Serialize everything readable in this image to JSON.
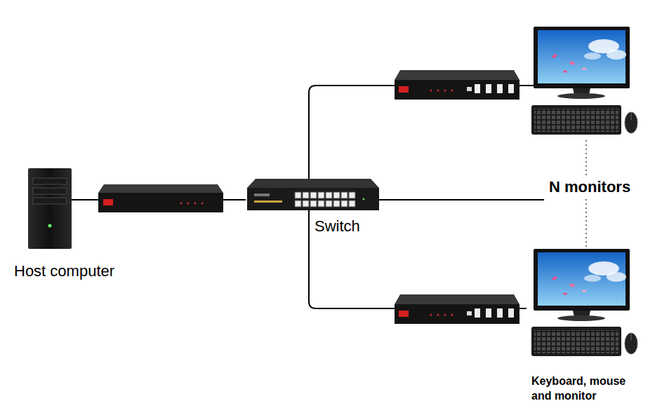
{
  "diagram": {
    "nodes": [
      {
        "text": [
          "Host computer"
        ]
      },
      {
        "text": [
          "Switch"
        ]
      },
      {
        "text": [
          "Keyboard, mouse and monitor"
        ]
      }
    ],
    "edges": [
      {
        "from": 0,
        "to": 1,
        "arrow": "none"
      },
      {
        "from": 1,
        "to": 2,
        "arrow": "none"
      }
    ],
    "labels": [
      "N monitors"
    ]
  }
}
